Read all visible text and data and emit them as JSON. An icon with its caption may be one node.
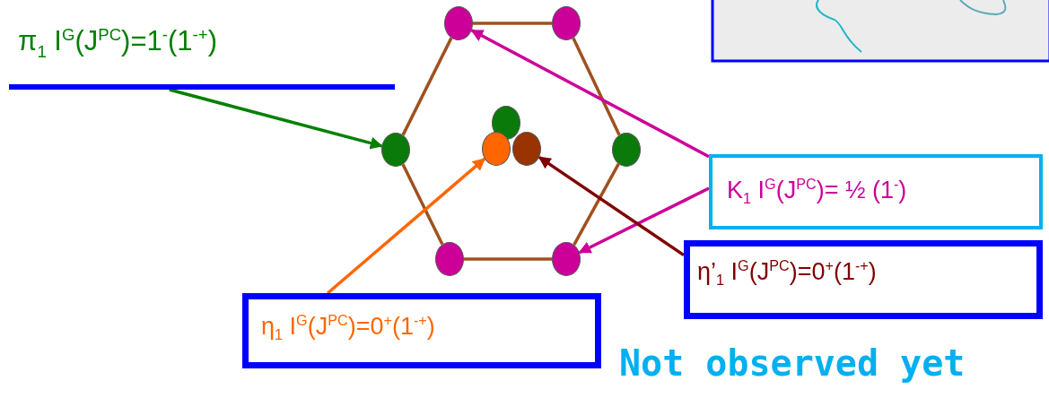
{
  "diagram": {
    "nodes": [
      {
        "text": [
          "π$_{1}$  I$^{G}$(J$^{PC}$)=1$^{-}$(1$^{-+}$)"
        ]
      },
      {
        "text": [],
        "shape": "circle"
      },
      {
        "text": [],
        "shape": "circle"
      },
      {
        "text": [],
        "shape": "circle"
      },
      {
        "text": [],
        "shape": "circle"
      },
      {
        "text": [],
        "shape": "circle"
      },
      {
        "text": [],
        "shape": "circle"
      },
      {
        "text": [],
        "shape": "circle"
      },
      {
        "text": [],
        "shape": "circle"
      },
      {
        "text": [],
        "shape": "circle"
      },
      {
        "text": [
          "K$_{1}$  I$^{G}$(J$^{PC}$)= ½ (1$^{-}$)"
        ]
      },
      {
        "text": [
          "η’$_{1}$  I$^{G}$(J$^{PC}$)=0$^{+}$(1$^{-+}$)"
        ]
      },
      {
        "text": [
          "η$_{1}$  I$^{G}$(J$^{PC}$)=0$^{+}$(1$^{-+}$)"
        ]
      }
    ],
    "edges": [
      {
        "from": 1,
        "to": 2,
        "arrow": "none"
      },
      {
        "from": 2,
        "to": 7,
        "arrow": "none"
      },
      {
        "from": 7,
        "to": 9,
        "arrow": "none"
      },
      {
        "from": 9,
        "to": 8,
        "arrow": "none"
      },
      {
        "from": 8,
        "to": 3,
        "arrow": "none"
      },
      {
        "from": 3,
        "to": 1,
        "arrow": "none"
      },
      {
        "from": 0,
        "to": 3,
        "arrow": "to",
        "color": "#008000"
      },
      {
        "from": 10,
        "to": 1,
        "arrow": "to",
        "color": "#cc0099"
      },
      {
        "from": 10,
        "to": 9,
        "arrow": "to",
        "color": "#cc0099"
      },
      {
        "from": 12,
        "to": 5,
        "arrow": "to",
        "color": "#ff6600"
      },
      {
        "from": 11,
        "to": 6,
        "arrow": "to",
        "color": "#800000"
      }
    ],
    "labels": [
      "Not observed yet"
    ]
  }
}
